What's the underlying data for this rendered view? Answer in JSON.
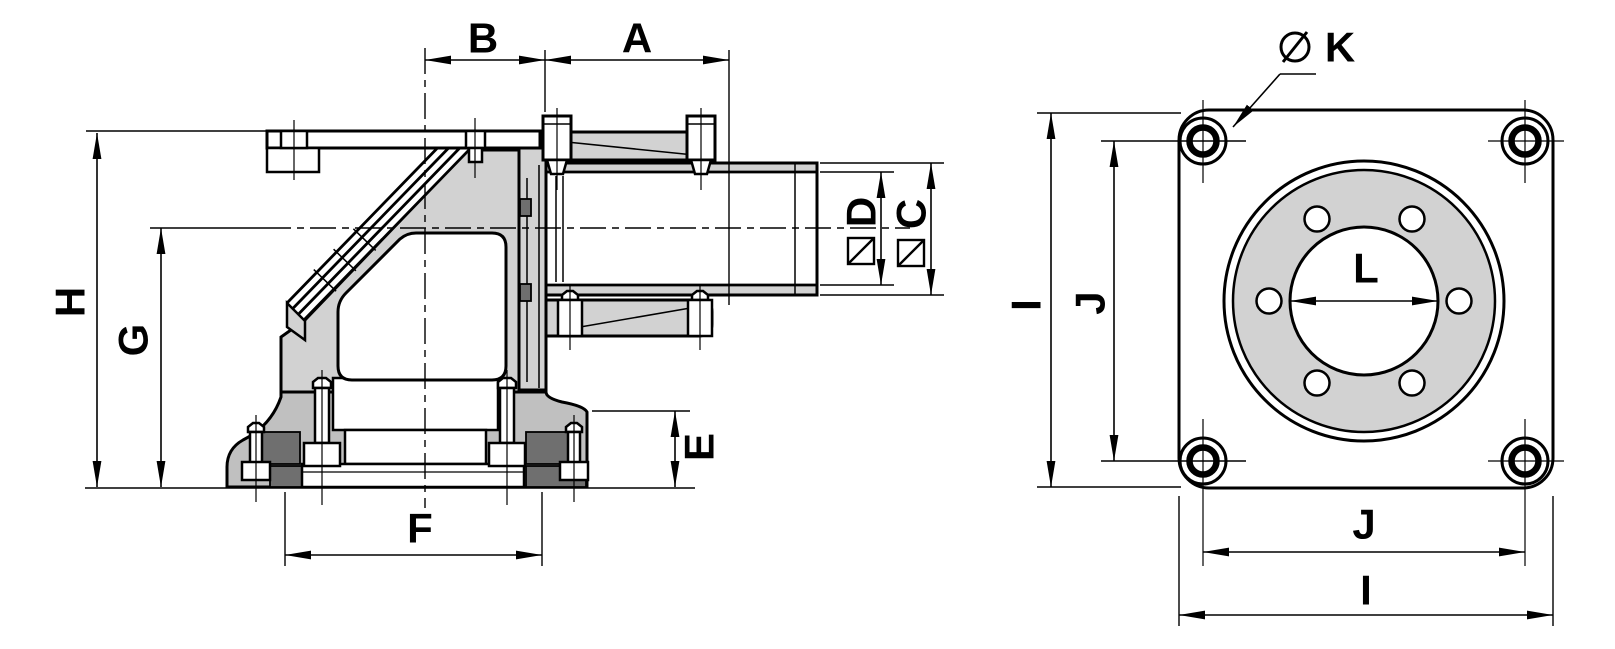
{
  "labels": {
    "a": "A",
    "b": "B",
    "c": "C",
    "d": "D",
    "e": "E",
    "f": "F",
    "g": "G",
    "h": "H",
    "i": "I",
    "j": "J",
    "k": "K",
    "l": "L"
  },
  "symbols": {
    "diameter": "diameter-symbol",
    "square": "square-section-symbol"
  },
  "colors": {
    "light": "#d2d2d2",
    "base": "#c0c0c0",
    "dark": "#6f6f6f",
    "bg": "#ffffff"
  }
}
